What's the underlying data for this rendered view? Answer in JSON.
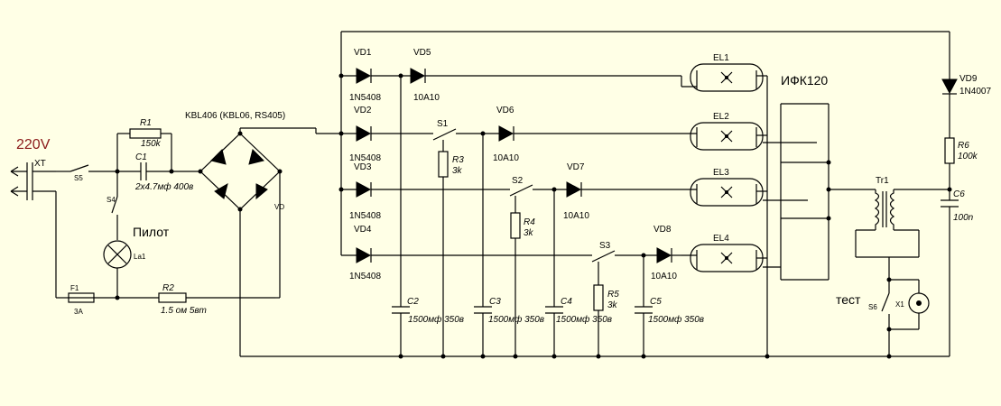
{
  "labels": {
    "mains": "220V",
    "connector": "XT",
    "s5": "S5",
    "r1": "R1",
    "r1_val": "150k",
    "c1": "C1",
    "c1_val": "2x4.7мф 400в",
    "s4": "S4",
    "pilot": "Пилот",
    "la1": "La1",
    "f1": "F1",
    "f1_val": "3A",
    "r2": "R2",
    "r2_val": "1.5 ом 5вт",
    "bridge": "KBL406 (KBL06, RS405)",
    "vd": "VD",
    "vd1": "VD1",
    "vd2": "VD2",
    "vd3": "VD3",
    "vd4": "VD4",
    "d1n1": "1N5408",
    "d1n2": "1N5408",
    "d1n3": "1N5408",
    "d1n4": "1N5408",
    "vd5": "VD5",
    "vd6": "VD6",
    "vd7": "VD7",
    "vd8": "VD8",
    "d10a1": "10A10",
    "d10a2": "10A10",
    "d10a3": "10A10",
    "d10a4": "10A10",
    "s1": "S1",
    "s2": "S2",
    "s3": "S3",
    "r3": "R3",
    "r3_val": "3k",
    "r4": "R4",
    "r4_val": "3k",
    "r5": "R5",
    "r5_val": "3k",
    "c2": "C2",
    "c3": "C3",
    "c4": "C4",
    "c5": "C5",
    "cap_val1": "1500мф 350в",
    "cap_val2": "1500мф 350в",
    "cap_val3": "1500мф 350в",
    "cap_val4": "1500мф 350в",
    "el1": "EL1",
    "el2": "EL2",
    "el3": "EL3",
    "el4": "EL4",
    "lamp_type": "ИФК120",
    "vd9": "VD9",
    "vd9_val": "1N4007",
    "r6": "R6",
    "r6_val": "100k",
    "c6": "C6",
    "c6_val": "100n",
    "tr1": "Tr1",
    "test": "тест",
    "s6": "S6",
    "x1": "X1"
  }
}
